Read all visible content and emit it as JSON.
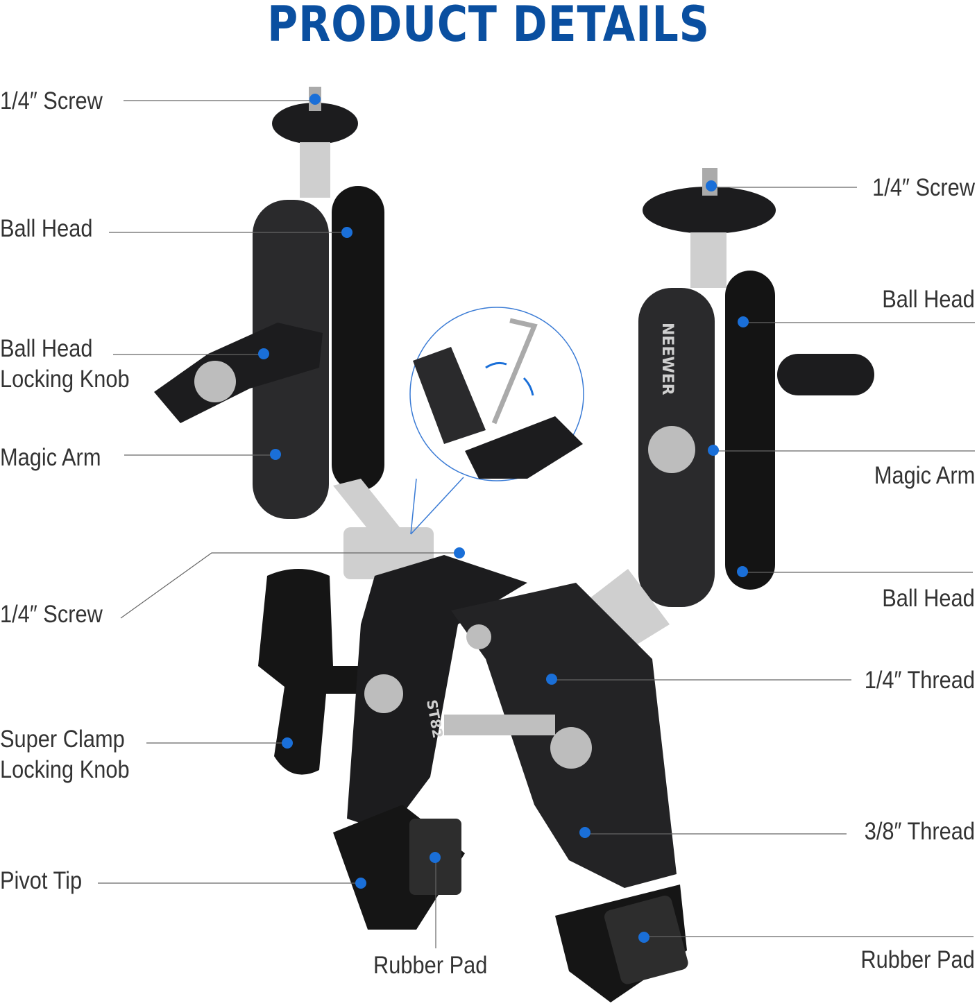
{
  "title": "PRODUCT DETAILS",
  "brand": "NEEWER",
  "model": "ST82",
  "colors": {
    "title": "#0a4fa0",
    "dot": "#1a6fd8",
    "line": "#555555",
    "product": "#1c1c1e"
  },
  "labels": {
    "screw_top_left": "1/4″ Screw",
    "screw_top_right": "1/4″ Screw",
    "ball_head_left": "Ball Head",
    "ball_head_right_top": "Ball Head",
    "ball_head_locking_knob": [
      "Ball Head",
      "Locking Knob"
    ],
    "magic_arm_left": "Magic Arm",
    "magic_arm_right": "Magic Arm",
    "screw_center": "1/4″ Screw",
    "ball_head_right_bottom": "Ball Head",
    "thread_quarter": "1/4″ Thread",
    "super_clamp_locking_knob": [
      "Super Clamp",
      "Locking Knob"
    ],
    "thread_three_eighths": "3/8″ Thread",
    "pivot_tip": "Pivot Tip",
    "rubber_pad_bottom": "Rubber Pad",
    "rubber_pad_right": "Rubber Pad"
  }
}
